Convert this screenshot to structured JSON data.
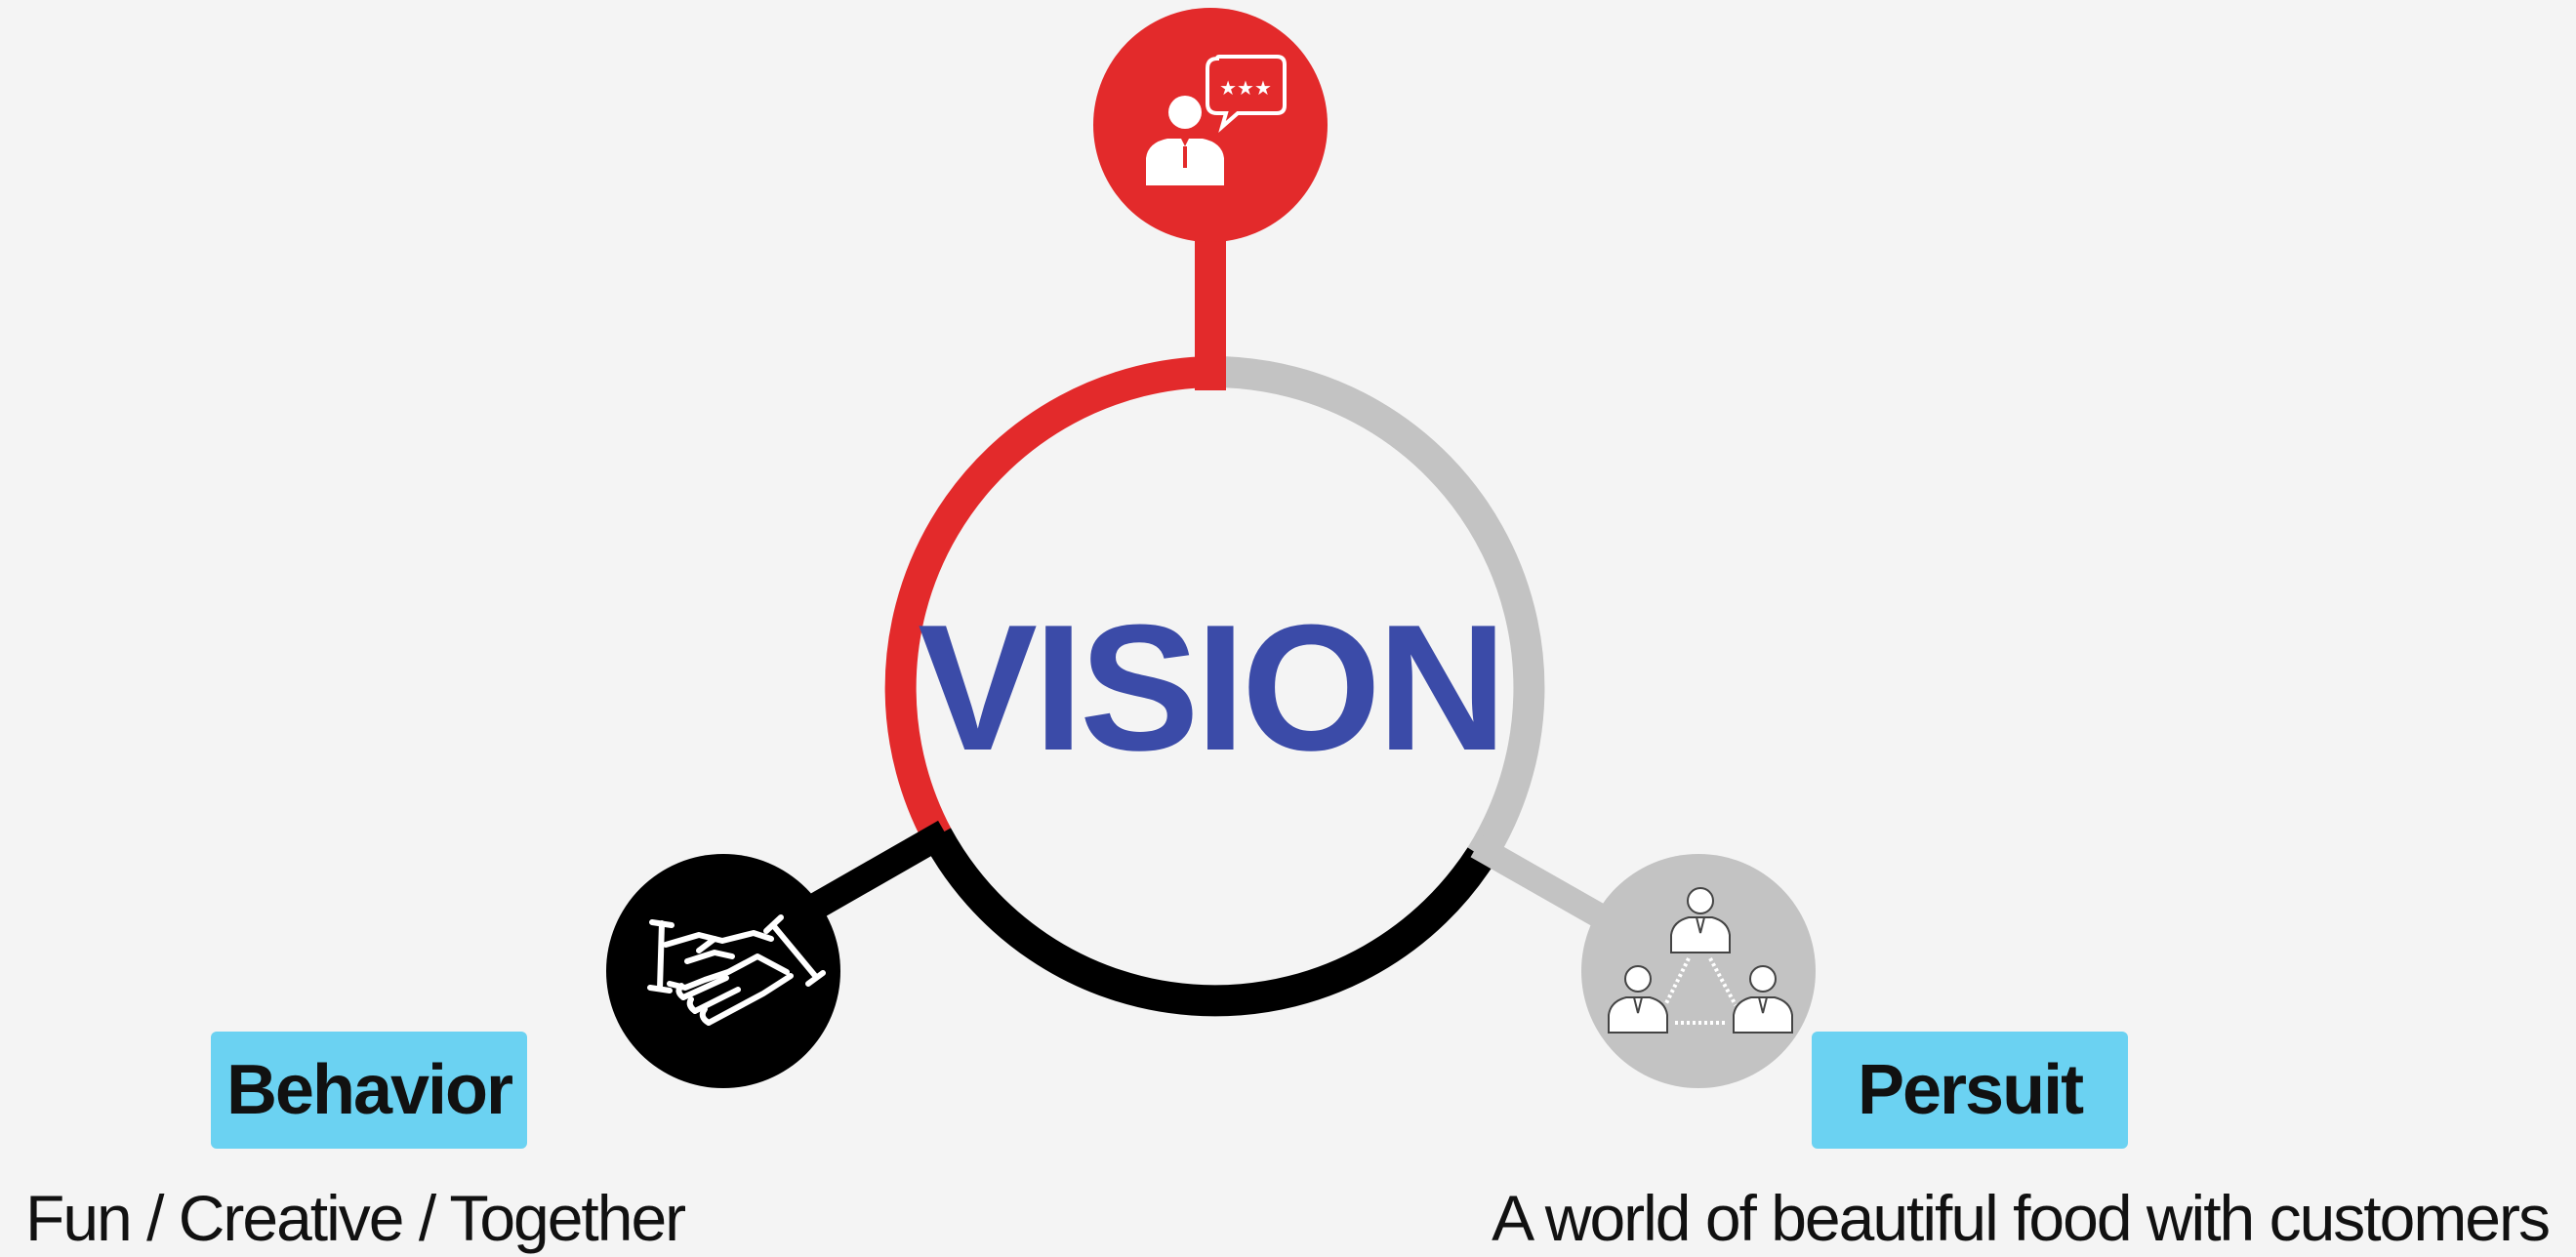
{
  "title": "VISION",
  "colors": {
    "background": "#f4f4f4",
    "title": "#3b4ba8",
    "red": "#e32a2b",
    "gray": "#c3c3c3",
    "black": "#000000",
    "badge": "#6bd2f2"
  },
  "nodes": [
    {
      "id": "top",
      "icon": "customer-review-icon",
      "color": "red"
    },
    {
      "id": "left",
      "icon": "handshake-icon",
      "color": "black"
    },
    {
      "id": "right",
      "icon": "team-network-icon",
      "color": "gray"
    }
  ],
  "behavior": {
    "label": "Behavior",
    "caption": "Fun / Creative / Together"
  },
  "persuit": {
    "label": "Persuit",
    "caption": "A world of beautiful food with customers"
  }
}
